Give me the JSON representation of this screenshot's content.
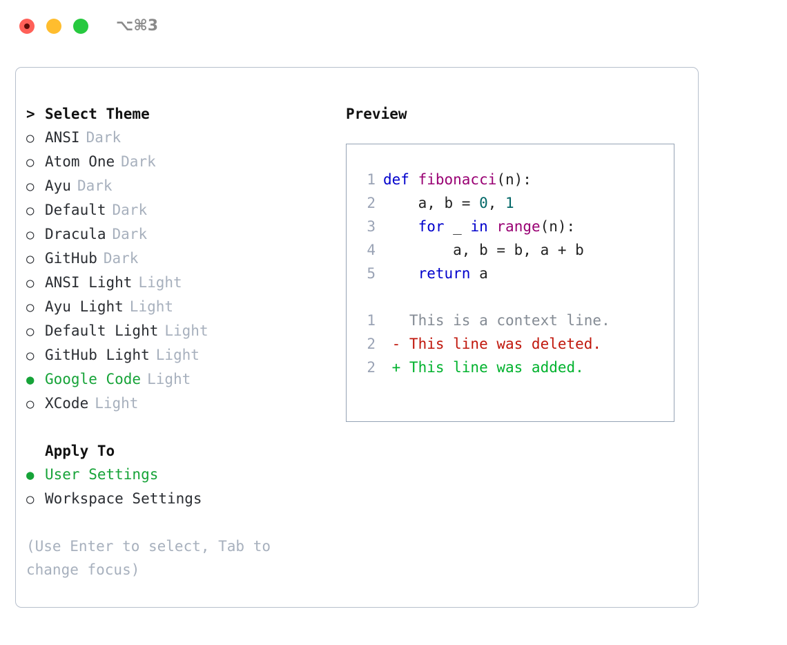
{
  "window": {
    "shortcut_label": "⌥⌘3",
    "traffic_lights": [
      "close",
      "minimize",
      "maximize"
    ]
  },
  "theme_picker": {
    "heading": "Select Theme",
    "heading_caret": ">",
    "marker_unselected": "○",
    "marker_selected": "●",
    "items": [
      {
        "label": "ANSI",
        "variant": "Dark",
        "selected": false
      },
      {
        "label": "Atom One",
        "variant": "Dark",
        "selected": false
      },
      {
        "label": "Ayu",
        "variant": "Dark",
        "selected": false
      },
      {
        "label": "Default",
        "variant": "Dark",
        "selected": false
      },
      {
        "label": "Dracula",
        "variant": "Dark",
        "selected": false
      },
      {
        "label": "GitHub",
        "variant": "Dark",
        "selected": false
      },
      {
        "label": "ANSI Light",
        "variant": "Light",
        "selected": false
      },
      {
        "label": "Ayu Light",
        "variant": "Light",
        "selected": false
      },
      {
        "label": "Default Light",
        "variant": "Light",
        "selected": false
      },
      {
        "label": "GitHub Light",
        "variant": "Light",
        "selected": false
      },
      {
        "label": "Google Code",
        "variant": "Light",
        "selected": true
      },
      {
        "label": "XCode",
        "variant": "Light",
        "selected": false
      }
    ]
  },
  "apply_to": {
    "heading": "Apply To",
    "items": [
      {
        "label": "User Settings",
        "selected": true
      },
      {
        "label": "Workspace Settings",
        "selected": false
      }
    ]
  },
  "hint": {
    "line1": "(Use Enter to select, Tab to",
    "line2": "change focus)"
  },
  "preview": {
    "title": "Preview",
    "code_lines": [
      {
        "lineno": "1",
        "tokens": [
          {
            "t": "def ",
            "c": "kw"
          },
          {
            "t": "fibonacci",
            "c": "fn"
          },
          {
            "t": "(n):",
            "c": "pl"
          }
        ]
      },
      {
        "lineno": "2",
        "tokens": [
          {
            "t": "    a, b = ",
            "c": "pl"
          },
          {
            "t": "0",
            "c": "num"
          },
          {
            "t": ", ",
            "c": "pl"
          },
          {
            "t": "1",
            "c": "num"
          }
        ]
      },
      {
        "lineno": "3",
        "tokens": [
          {
            "t": "    ",
            "c": "pl"
          },
          {
            "t": "for",
            "c": "kw"
          },
          {
            "t": " _ ",
            "c": "pl"
          },
          {
            "t": "in",
            "c": "kw"
          },
          {
            "t": " ",
            "c": "pl"
          },
          {
            "t": "range",
            "c": "fn"
          },
          {
            "t": "(n):",
            "c": "pl"
          }
        ]
      },
      {
        "lineno": "4",
        "tokens": [
          {
            "t": "        a, b = b, a + b",
            "c": "pl"
          }
        ]
      },
      {
        "lineno": "5",
        "tokens": [
          {
            "t": "    ",
            "c": "pl"
          },
          {
            "t": "return",
            "c": "kw"
          },
          {
            "t": " a",
            "c": "pl"
          }
        ]
      }
    ],
    "diff_lines": [
      {
        "lineno": "1",
        "sign": " ",
        "text": "This is a context line.",
        "kind": "ctx"
      },
      {
        "lineno": "2",
        "sign": "-",
        "text": "This line was deleted.",
        "kind": "del"
      },
      {
        "lineno": "2",
        "sign": "+",
        "text": "This line was added.",
        "kind": "add"
      }
    ]
  },
  "colors": {
    "selected_green": "#16a338",
    "muted_variant": "#a7b0bd",
    "panel_border": "#b6bfcc",
    "preview_border": "#94a2b4",
    "keyword_blue": "#0000cc",
    "function_magenta": "#990073",
    "number_teal": "#006666",
    "diff_deleted": "#c0170c",
    "diff_added": "#00b22d",
    "diff_context": "#848b94",
    "lineno_gray": "#9aa3b5"
  }
}
